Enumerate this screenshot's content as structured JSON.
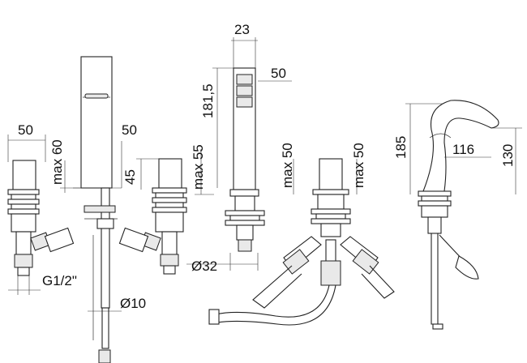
{
  "dimensions": {
    "d_50_left": "50",
    "d_max60": "max 60",
    "d_g12": "G1/2\"",
    "d_50_column": "50",
    "d_10": "Ø10",
    "d_45": "45",
    "d_max55": "max 55",
    "d_23": "23",
    "d_181_5": "181,5",
    "d_50_shower": "50",
    "d_32": "Ø32",
    "d_max50_a": "max 50",
    "d_max50_b": "max 50",
    "d_185": "185",
    "d_116": "116",
    "d_130": "130"
  }
}
